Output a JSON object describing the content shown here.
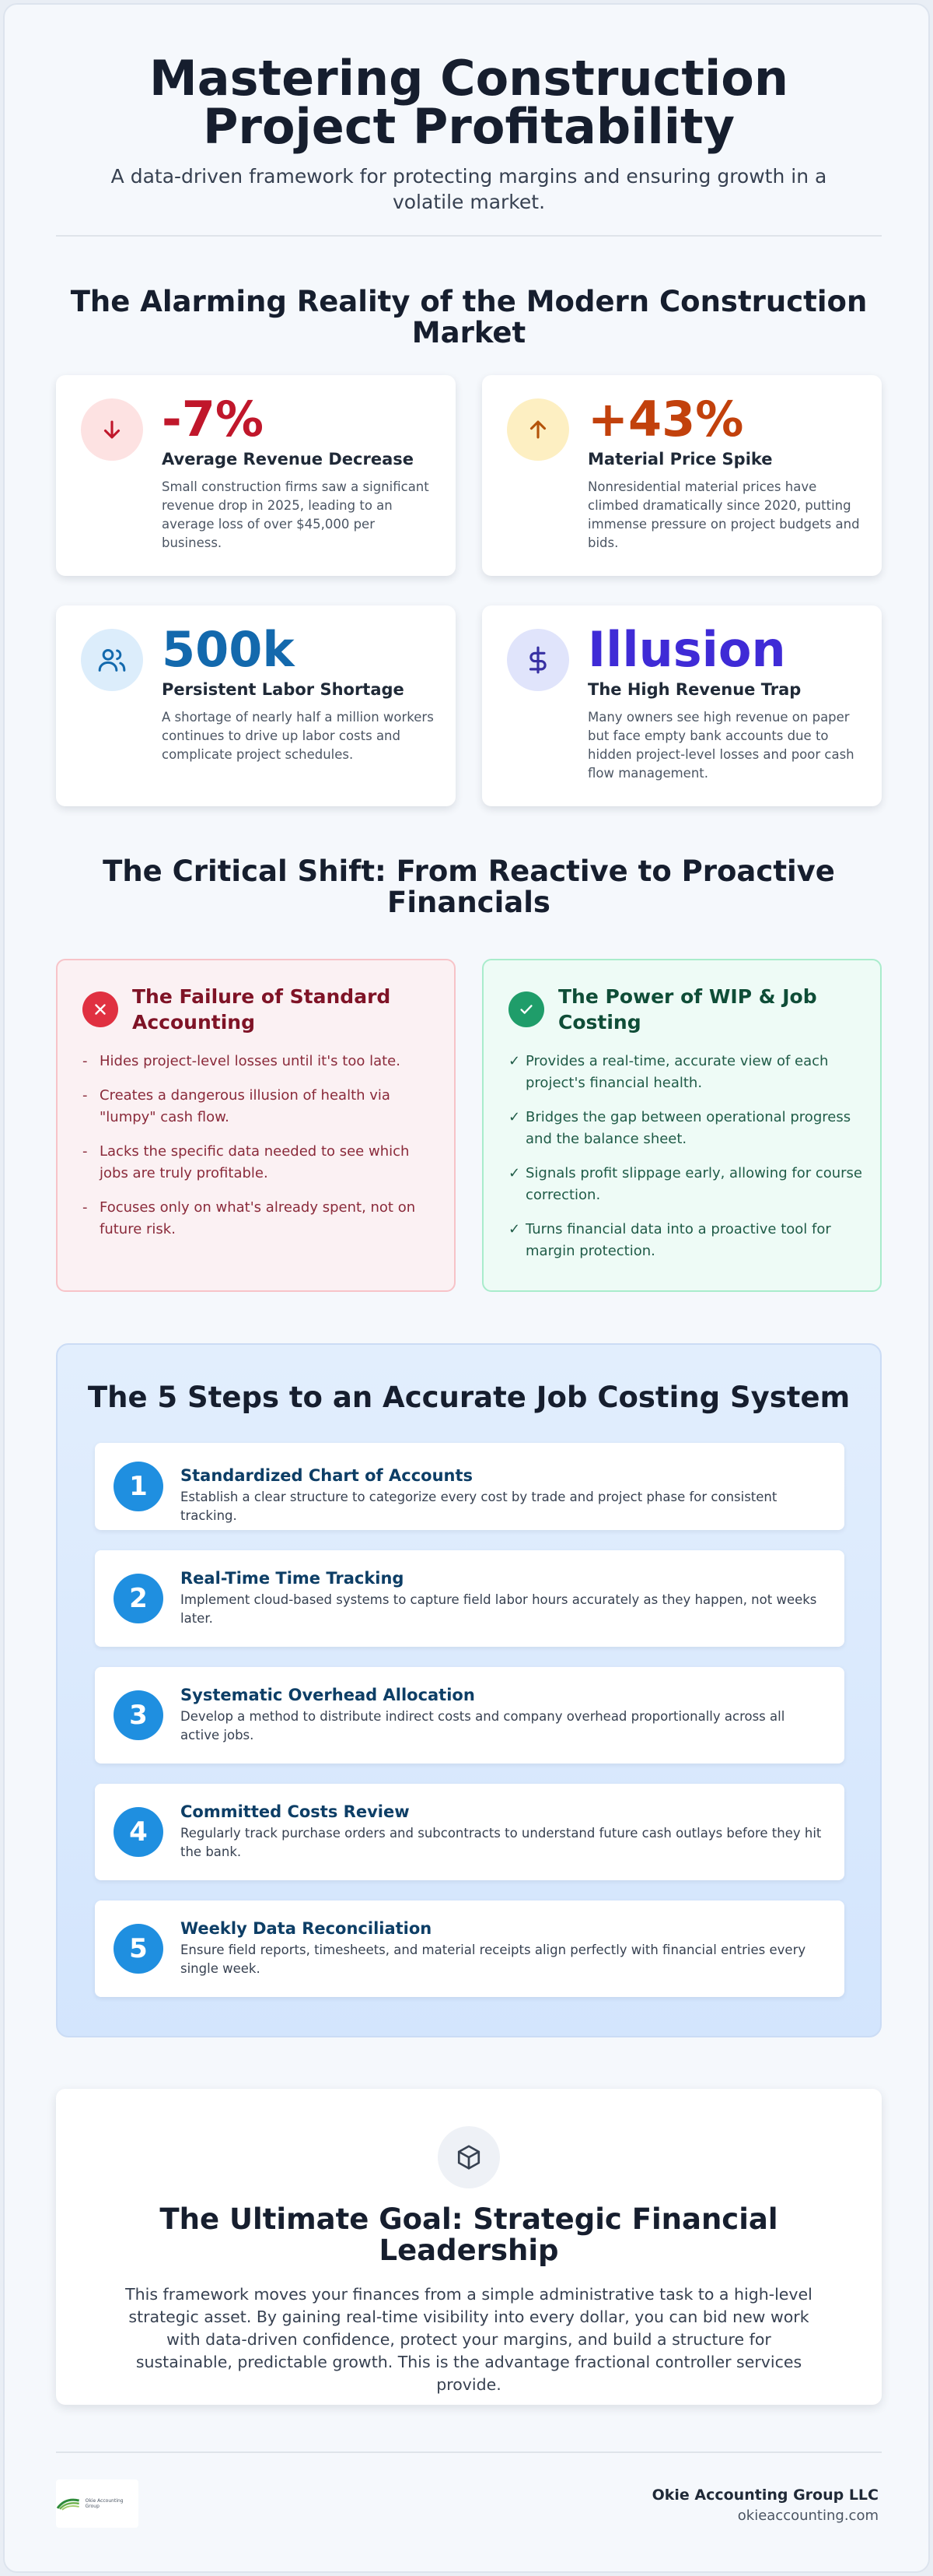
{
  "header": {
    "title": "Mastering Construction Project Profitability",
    "subtitle": "A data-driven framework for protecting margins and ensuring growth in a volatile market."
  },
  "reality": {
    "title": "The Alarming Reality of the Modern Construction Market",
    "cards": [
      {
        "value": "-7%",
        "label": "Average Revenue Decrease",
        "desc": "Small construction firms saw a significant revenue drop in 2025, leading to an average loss of over $45,000 per business.",
        "icon": "arrow-down-icon",
        "color": "#c0172b"
      },
      {
        "value": "+43%",
        "label": "Material Price Spike",
        "desc": "Nonresidential material prices have climbed dramatically since 2020, putting immense pressure on project budgets and bids.",
        "icon": "arrow-up-icon",
        "color": "#c2410c"
      },
      {
        "value": "500k",
        "label": "Persistent Labor Shortage",
        "desc": "A shortage of nearly half a million workers continues to drive up labor costs and complicate project schedules.",
        "icon": "users-icon",
        "color": "#1369ad"
      },
      {
        "value": "Illusion",
        "label": "The High Revenue Trap",
        "desc": "Many owners see high revenue on paper but face empty bank accounts due to hidden project-level losses and poor cash flow management.",
        "icon": "dollar-icon",
        "color": "#3f2bd6"
      }
    ]
  },
  "shift": {
    "title": "The Critical Shift: From Reactive to Proactive Financials",
    "bad": {
      "title": "The Failure of Standard Accounting",
      "mark": "-",
      "items": [
        "Hides project-level losses until it's too late.",
        "Creates a dangerous illusion of health via \"lumpy\" cash flow.",
        "Lacks the specific data needed to see which jobs are truly profitable.",
        "Focuses only on what's already spent, not on future risk."
      ]
    },
    "good": {
      "title": "The Power of WIP & Job Costing",
      "mark": "✓",
      "items": [
        "Provides a real-time, accurate view of each project's financial health.",
        "Bridges the gap between operational progress and the balance sheet.",
        "Signals profit slippage early, allowing for course correction.",
        "Turns financial data into a proactive tool for margin protection."
      ]
    }
  },
  "steps": {
    "title": "The 5 Steps to an Accurate Job Costing System",
    "items": [
      {
        "num": "1",
        "title": "Standardized Chart of Accounts",
        "desc": "Establish a clear structure to categorize every cost by trade and project phase for consistent tracking."
      },
      {
        "num": "2",
        "title": "Real-Time Time Tracking",
        "desc": "Implement cloud-based systems to capture field labor hours accurately as they happen, not weeks later."
      },
      {
        "num": "3",
        "title": "Systematic Overhead Allocation",
        "desc": "Develop a method to distribute indirect costs and company overhead proportionally across all active jobs."
      },
      {
        "num": "4",
        "title": "Committed Costs Review",
        "desc": "Regularly track purchase orders and subcontracts to understand future cash outlays before they hit the bank."
      },
      {
        "num": "5",
        "title": "Weekly Data Reconciliation",
        "desc": "Ensure field reports, timesheets, and material receipts align perfectly with financial entries every single week."
      }
    ]
  },
  "goal": {
    "title": "The Ultimate Goal: Strategic Financial Leadership",
    "text": "This framework moves your finances from a simple administrative task to a high-level strategic asset. By gaining real-time visibility into every dollar, you can bid new work with data-driven confidence, protect your margins, and build a structure for sustainable, predictable growth. This is the advantage fractional controller services provide.",
    "icon": "cube-icon"
  },
  "footer": {
    "logo_text": "Okie Accounting Group",
    "company": "Okie Accounting Group LLC",
    "url": "okieaccounting.com"
  }
}
